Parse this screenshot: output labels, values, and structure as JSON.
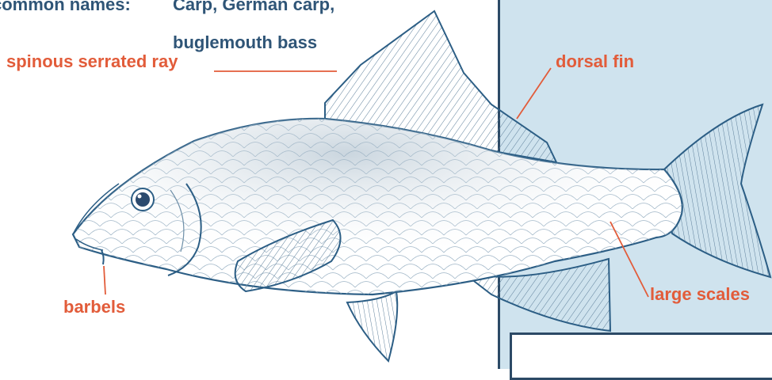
{
  "header": {
    "common_names_label": "common names:",
    "common_names_line1": "Carp, German carp,",
    "common_names_line2": "buglemouth bass"
  },
  "labels": {
    "spinous_serrated_ray": "spinous serrated ray",
    "dorsal_fin": "dorsal fin",
    "large_scales": "large scales",
    "barbels": "barbels"
  },
  "colors": {
    "label_color": "#e25c3a",
    "title_color": "#2f5577",
    "outline_color": "#2c5e85",
    "panel_color": "#cfe3ee"
  }
}
